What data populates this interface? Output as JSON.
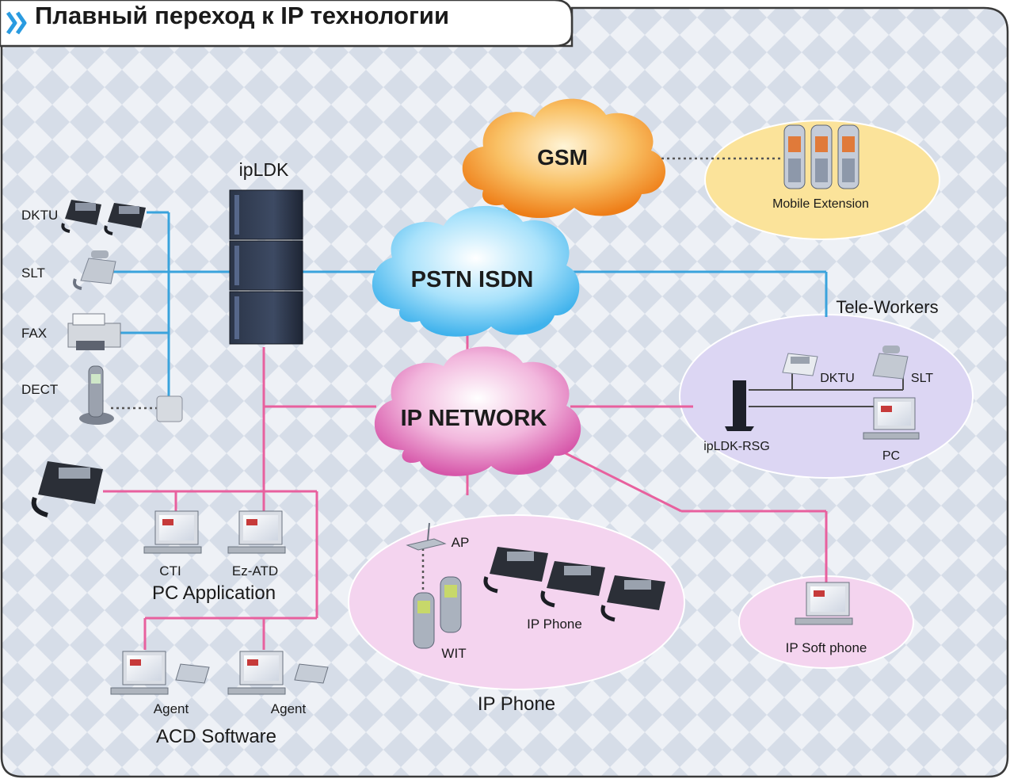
{
  "title": "Плавный переход к IP технологии",
  "system": {
    "label": "ipLDK"
  },
  "clouds": {
    "gsm": "GSM",
    "pstn": "PSTN ISDN",
    "ip": "IP NETWORK"
  },
  "terminals": {
    "dktu": "DKTU",
    "slt": "SLT",
    "fax": "FAX",
    "dect": "DECT"
  },
  "mobile": {
    "label": "Mobile Extension"
  },
  "tele_workers": {
    "title": "Tele-Workers",
    "dktu": "DKTU",
    "slt": "SLT",
    "rsg": "ipLDK-RSG",
    "pc": "PC"
  },
  "pc_app": {
    "cti": "CTI",
    "ezatd": "Ez-ATD",
    "title": "PC Application"
  },
  "acd": {
    "agent1": "Agent",
    "agent2": "Agent",
    "title": "ACD Software"
  },
  "ip_phone_zone": {
    "ap": "AP",
    "wit": "WIT",
    "ipphone": "IP Phone",
    "title": "IP Phone"
  },
  "soft_phone": {
    "label": "IP Soft phone"
  },
  "colors": {
    "tdm_line": "#3aa3dc",
    "ip_line": "#e8609e",
    "gsm_cloud": "#f39a2c",
    "pstn_cloud": "#5cc0ef",
    "ip_cloud": "#e271b8",
    "mobile_zone": "#fbe39a",
    "tele_zone": "#dcd6f3",
    "ipphone_zone": "#f4d4ef"
  }
}
